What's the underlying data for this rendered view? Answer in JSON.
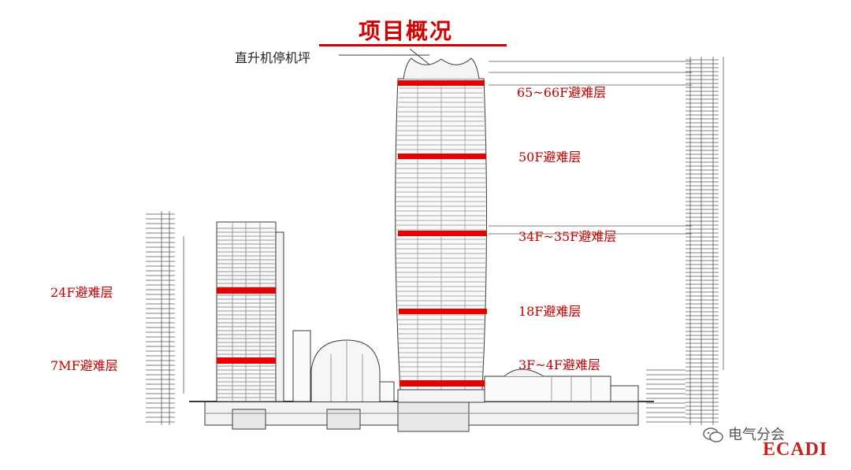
{
  "title": "项目概况",
  "helipad_label": "直升机停机坪",
  "main_tower_labels": [
    "65~66F避难层",
    "50F避难层",
    "34F~35F避难层",
    "18F避难层",
    "3F~4F避难层"
  ],
  "secondary_tower_labels": [
    "24F避难层",
    "7MF避难层"
  ],
  "watermark": "电气分会",
  "logo": "ECADI",
  "colors": {
    "accent": "#d40000",
    "refuge_band": "#e60000",
    "drawing_line": "#3a3a3a"
  }
}
